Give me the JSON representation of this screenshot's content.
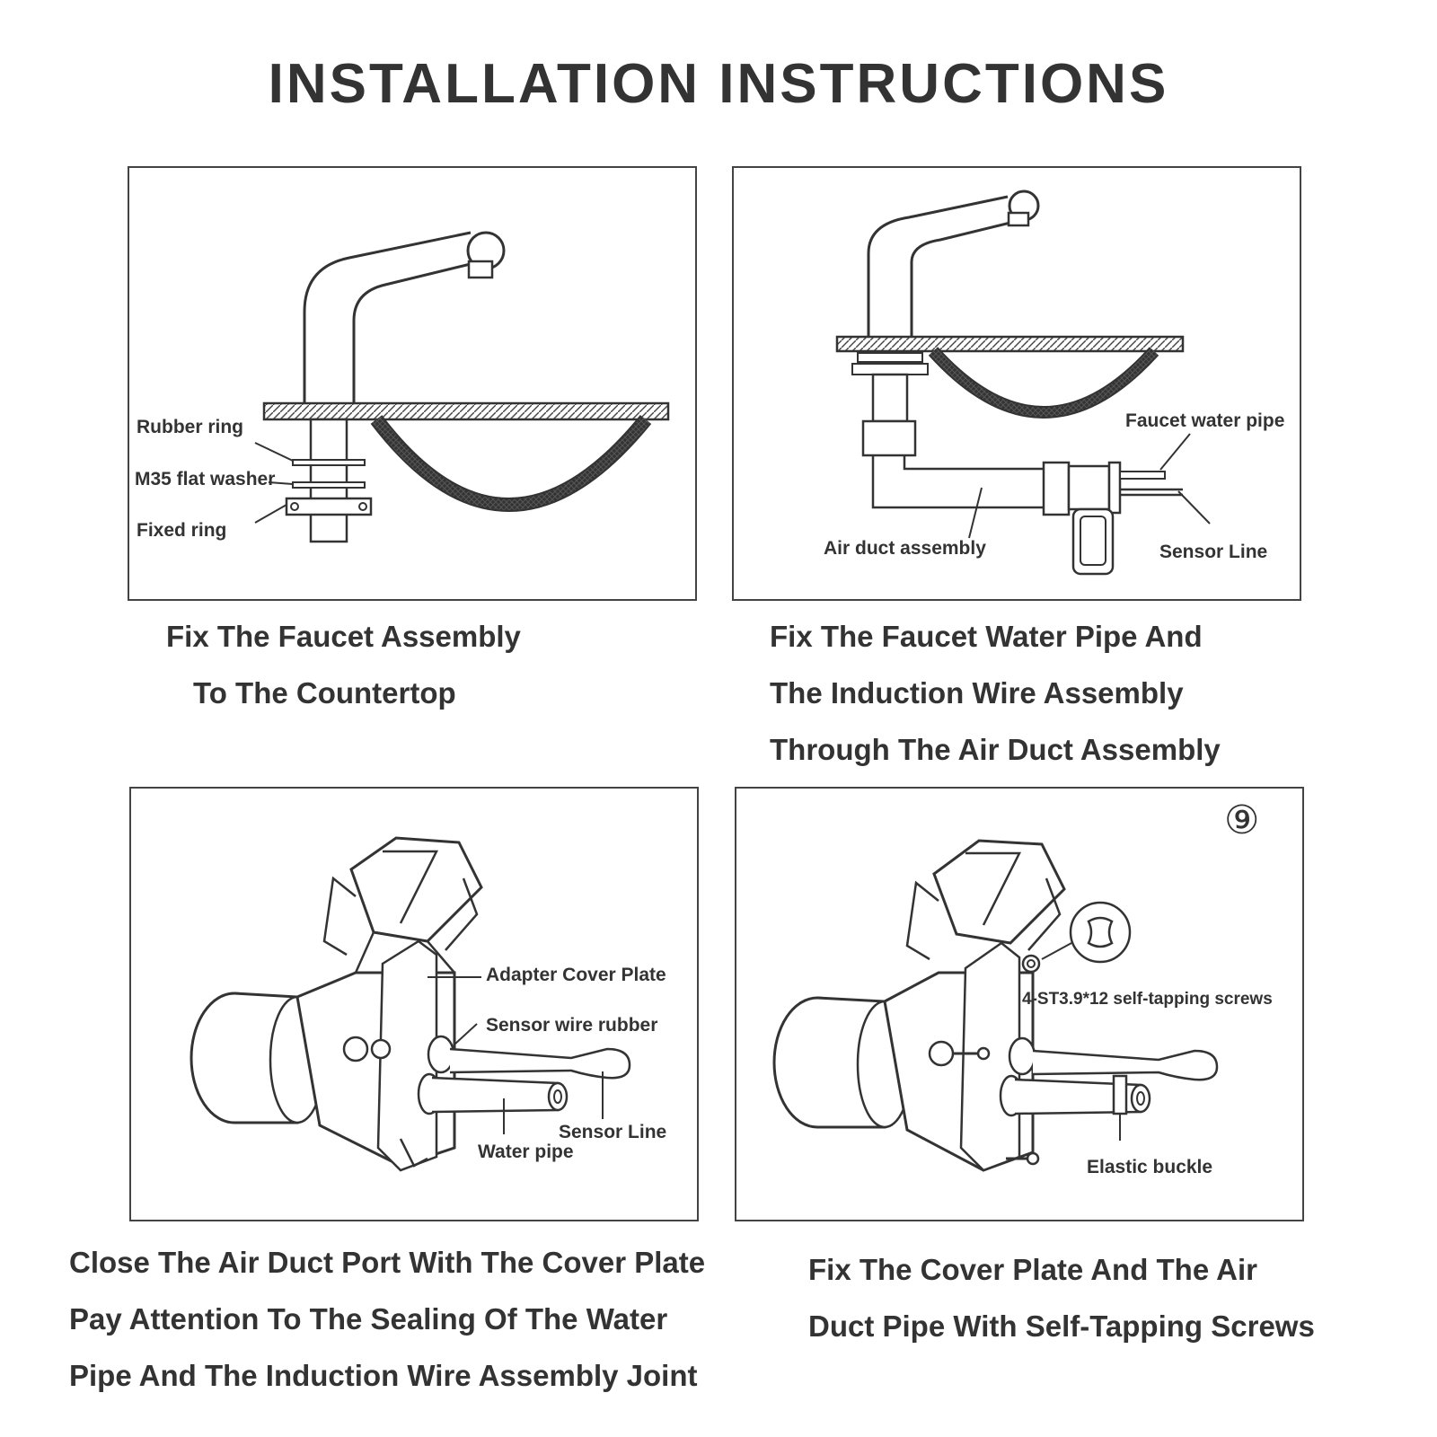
{
  "title": "INSTALLATION INSTRUCTIONS",
  "panels": [
    {
      "labels": [
        "Rubber ring",
        "M35 flat washer",
        "Fixed ring"
      ],
      "caption": [
        "Fix The Faucet Assembly",
        "To The Countertop"
      ]
    },
    {
      "labels": [
        "Faucet water pipe",
        "Air duct assembly",
        "Sensor Line"
      ],
      "caption": [
        "Fix The Faucet Water Pipe And",
        "The Induction Wire Assembly",
        "Through The Air Duct Assembly"
      ]
    },
    {
      "labels": [
        "Adapter Cover Plate",
        "Sensor wire rubber",
        "Sensor Line",
        "Water pipe"
      ],
      "caption": [
        "Close The Air Duct Port With The Cover Plate",
        "Pay Attention To The Sealing Of The Water",
        "Pipe And The Induction Wire Assembly Joint"
      ]
    },
    {
      "step_marker": "⑨",
      "labels": [
        "4-ST3.9*12 self-tapping screws",
        "Elastic buckle"
      ],
      "caption": [
        "Fix The Cover Plate And The Air",
        "Duct Pipe With Self-Tapping Screws"
      ]
    }
  ]
}
